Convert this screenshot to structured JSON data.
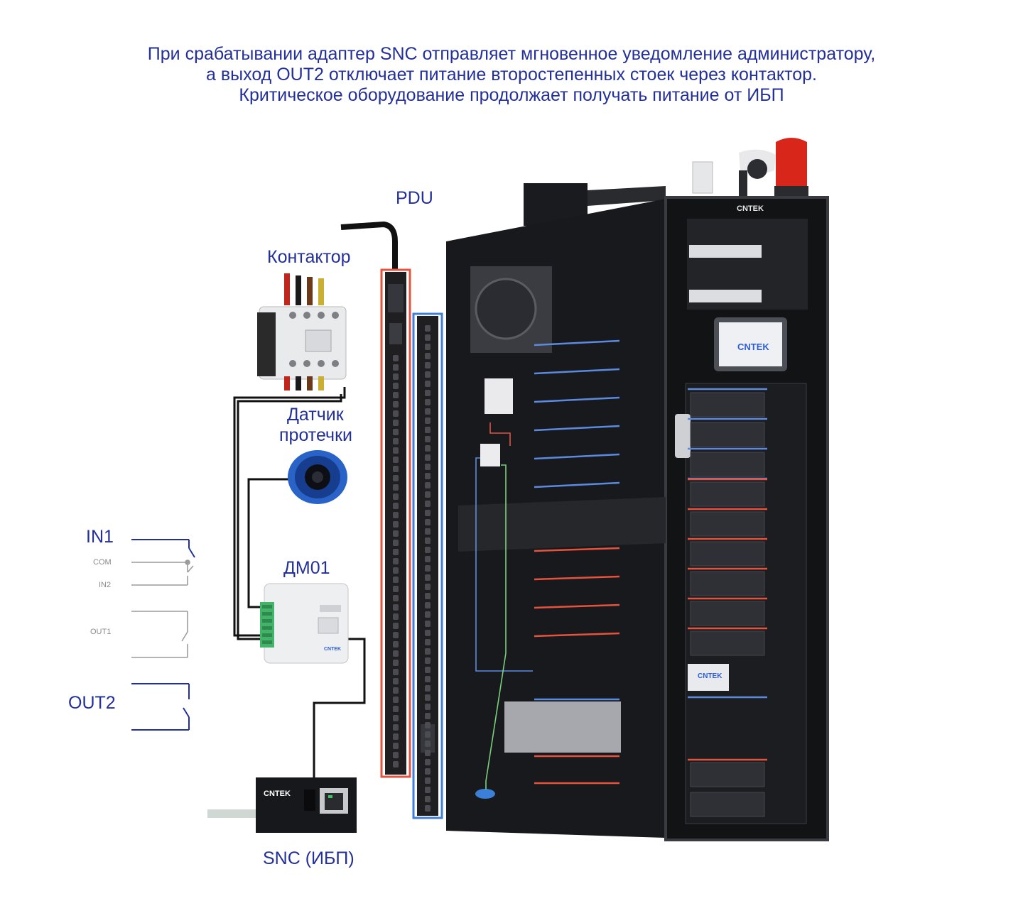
{
  "header": {
    "lines": [
      "При срабатывании адаптер SNC отправляет мгновенное уведомление администратору,",
      "а выход OUT2 отключает питание второстепенных стоек через контактор.",
      "Критическое оборудование продолжает получать питание от ИБП"
    ]
  },
  "labels": {
    "pdu": "PDU",
    "contactor": "Контактор",
    "leak_sensor_line1": "Датчик",
    "leak_sensor_line2": "протечки",
    "dm01": "ДМ01",
    "snc": "SNC (ИБП)",
    "in1": "IN1",
    "com": "COM",
    "in2": "IN2",
    "out1": "OUT1",
    "out2": "OUT2"
  },
  "brand": {
    "logo_text": "CNTEK"
  },
  "colors": {
    "text_blue": "#24309a",
    "pdu_red": "#e5533f",
    "pdu_blue": "#3f7fd8",
    "rack_black": "#1c1d20",
    "alarm_red": "#d8261b"
  }
}
